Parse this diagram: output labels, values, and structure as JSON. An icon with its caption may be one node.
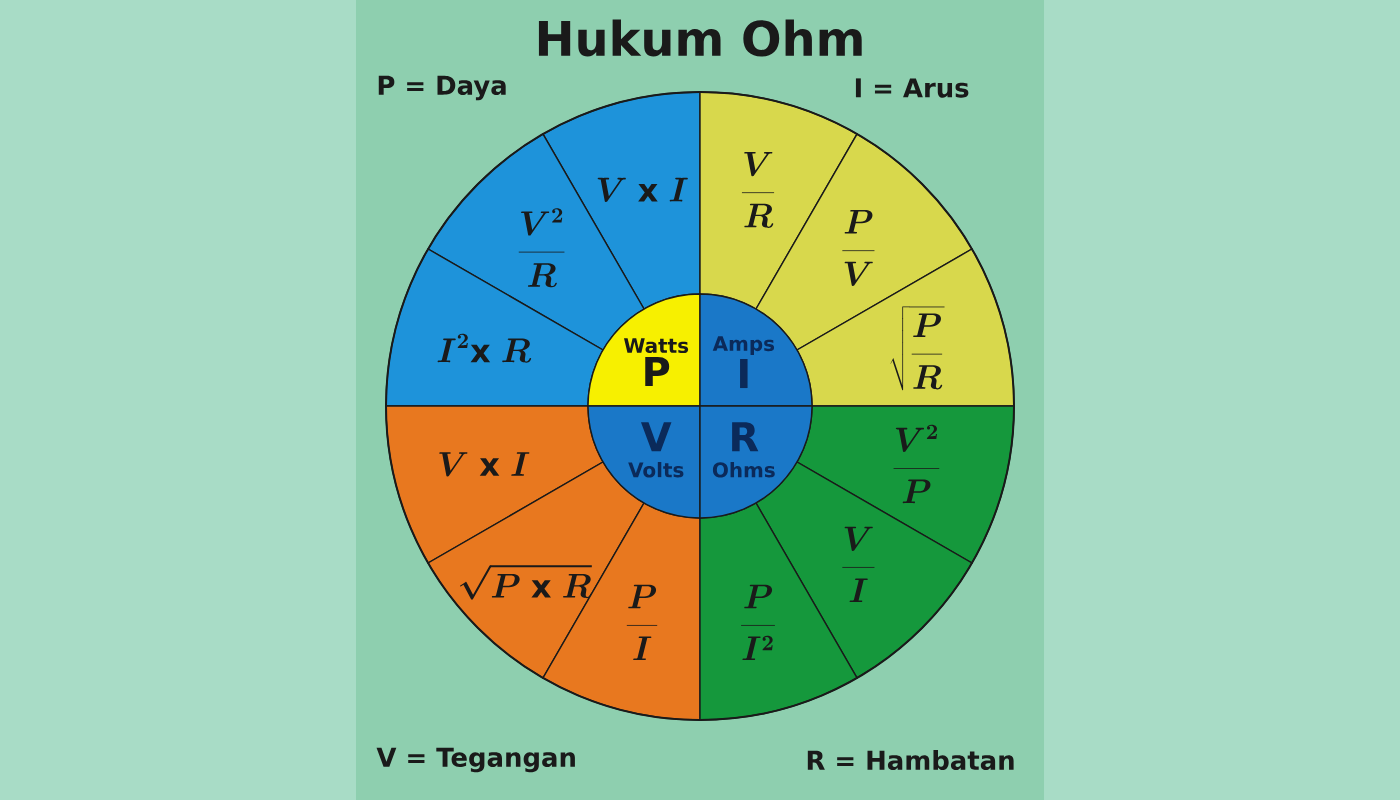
{
  "diagram": {
    "title": "Hukum Ohm",
    "nodes": [
      {
        "text": [
          "V\\ \\mathrm{x}\\ I"
        ]
      },
      {
        "text": [
          "\\frac{V^{2}}{R}"
        ]
      },
      {
        "text": [
          "I^{2}\\mathrm{x}\\ R"
        ]
      },
      {
        "text": [
          "\\frac{V}{R}"
        ]
      },
      {
        "text": [
          "\\frac{P}{V}"
        ]
      },
      {
        "text": [
          "\\sqrt{\\frac{P}{R}}"
        ]
      },
      {
        "text": [
          "Watts",
          "P"
        ]
      },
      {
        "text": [
          "Amps",
          "I"
        ]
      },
      {
        "text": [
          "V",
          "Volts"
        ]
      },
      {
        "text": [
          "R",
          "Ohms"
        ]
      },
      {
        "text": [
          "V\\ \\mathrm{x}\\ I"
        ]
      },
      {
        "text": [
          "\\sqrt{P\\ \\mathrm{x}\\ R}"
        ]
      },
      {
        "text": [
          "\\frac{P}{I}"
        ]
      },
      {
        "text": [
          "\\frac{V^{2}}{P}"
        ]
      },
      {
        "text": [
          "\\frac{V}{I}"
        ]
      },
      {
        "text": [
          "\\frac{P}{I^{2}}"
        ]
      }
    ],
    "labels": [
      "P = Daya",
      "I = Arus",
      "V = Tegangan",
      "R = Hambatan"
    ]
  }
}
